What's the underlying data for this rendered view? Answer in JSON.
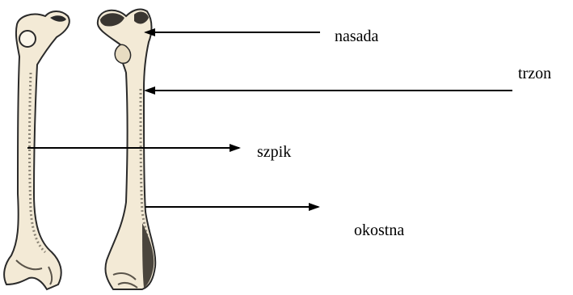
{
  "labels": {
    "nasada": "nasada",
    "trzon": "trzon",
    "szpik": "szpik",
    "okostna": "okostna"
  },
  "colors": {
    "bone_fill": "#f3ead6",
    "bone_outline": "#2a2a2a",
    "bone_shade": "#8c8577",
    "arrow": "#000000",
    "background": "#ffffff"
  }
}
